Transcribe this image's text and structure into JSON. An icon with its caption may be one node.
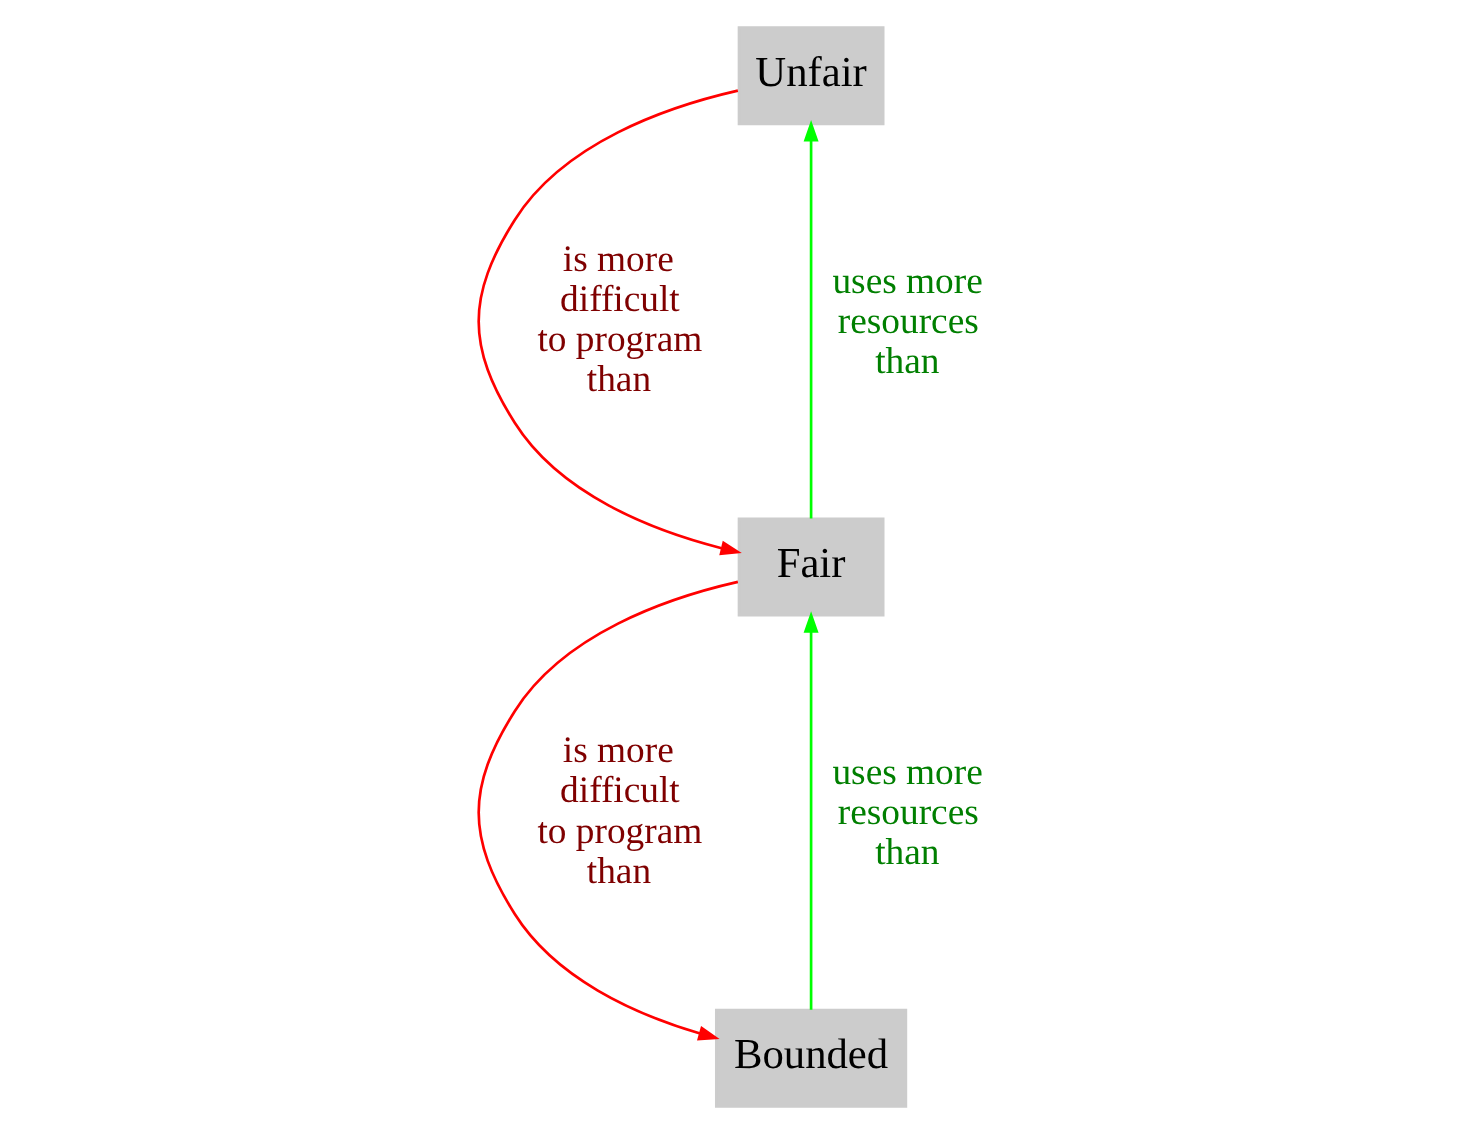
{
  "diagram": {
    "nodes": [
      {
        "text": [
          "Unfair"
        ]
      },
      {
        "text": [
          "Fair"
        ]
      },
      {
        "text": [
          "Bounded"
        ]
      }
    ],
    "edges": [
      {
        "from": 0,
        "to": 1,
        "arrow": "to",
        "label": "is more difficult to program than",
        "color": "#ff0000"
      },
      {
        "from": 1,
        "to": 0,
        "arrow": "to",
        "label": "uses more resources than",
        "color": "#00ff00"
      },
      {
        "from": 1,
        "to": 2,
        "arrow": "to",
        "label": "is more difficult to program than",
        "color": "#ff0000"
      },
      {
        "from": 2,
        "to": 1,
        "arrow": "to",
        "label": "uses more resources than",
        "color": "#00ff00"
      }
    ]
  }
}
